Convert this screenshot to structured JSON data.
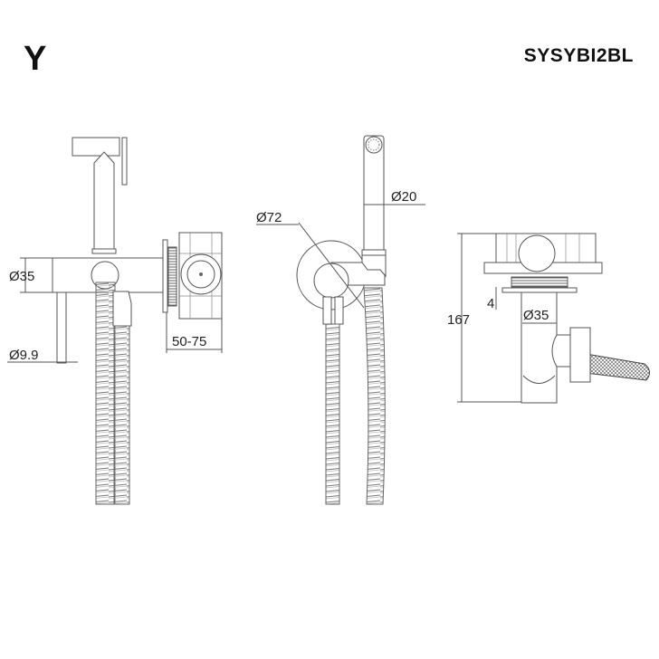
{
  "header": {
    "brand": "Y",
    "model": "SYSYBI2BL"
  },
  "dimensions": {
    "side_body_diameter": "Ø35",
    "side_pipe_diameter": "Ø9.9",
    "wall_depth": "50-75",
    "front_plate_diameter": "Ø72",
    "handset_diameter": "Ø20",
    "total_height": "167",
    "gap": "4",
    "valve_diameter": "Ø35"
  }
}
